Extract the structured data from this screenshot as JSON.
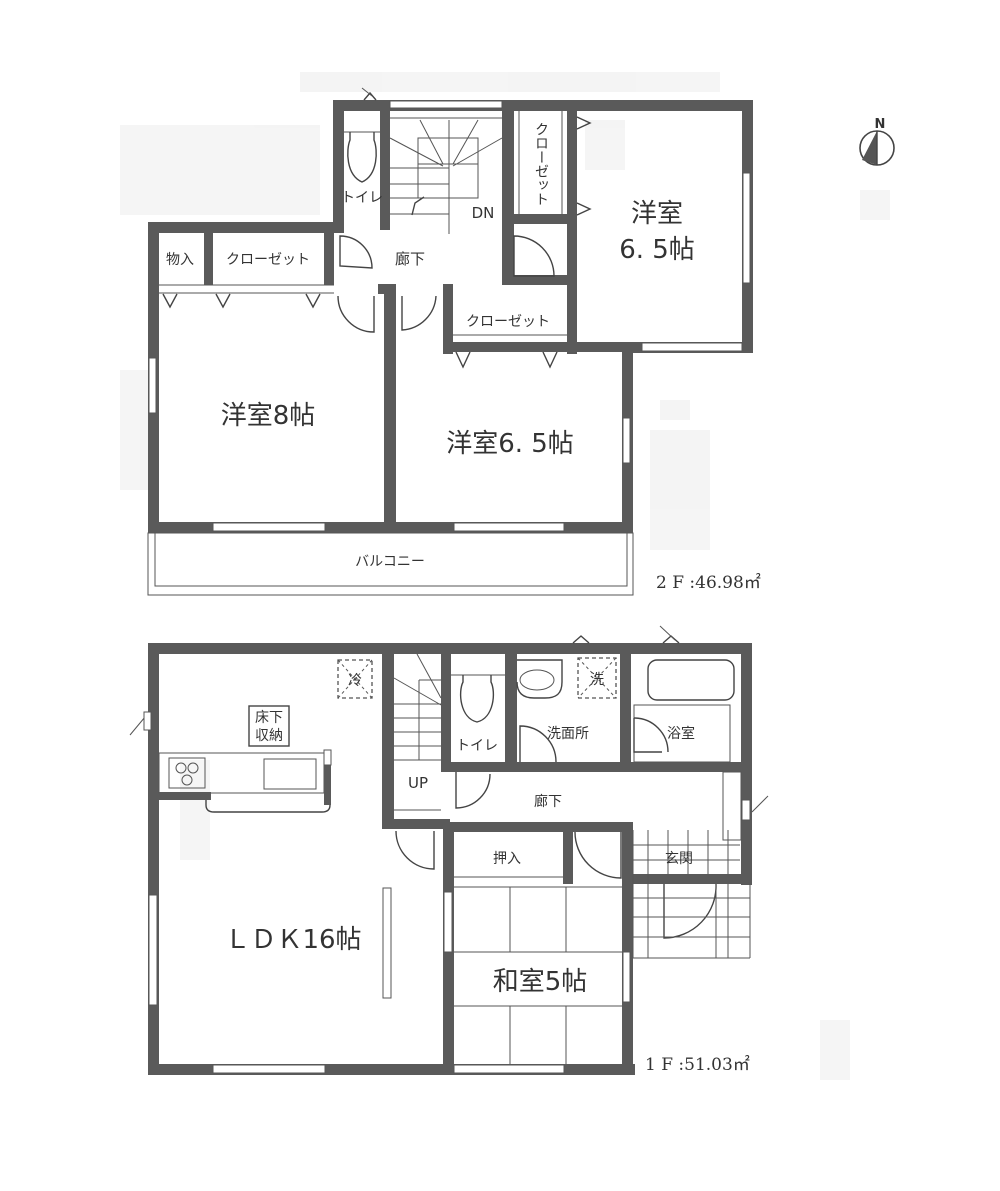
{
  "compass": {
    "label": "N"
  },
  "floor2": {
    "area_label": "2 F :46.98㎡",
    "rooms": {
      "western_room_ne": {
        "line1": "洋室",
        "line2": "6. 5帖"
      },
      "western_room_8": "洋室8帖",
      "western_room_65": "洋室6. 5帖",
      "toilet": "トイレ",
      "stairs": "DN",
      "hallway": "廊下",
      "storage": "物入",
      "closet_w": "クローゼット",
      "closet_c": "クローゼット",
      "closet_ne": "クローゼット",
      "balcony": "バルコニー"
    }
  },
  "floor1": {
    "area_label": "1 F :51.03㎡",
    "rooms": {
      "ldk": "ＬＤＫ16帖",
      "underfloor_storage": {
        "line1": "床下",
        "line2": "収納"
      },
      "fridge": "冷",
      "stairs": "UP",
      "toilet": "トイレ",
      "washroom": "洗面所",
      "washer": "洗",
      "bathroom": "浴室",
      "hallway": "廊下",
      "closet": "押入",
      "entrance": "玄関",
      "japanese_room": "和室5帖"
    }
  }
}
